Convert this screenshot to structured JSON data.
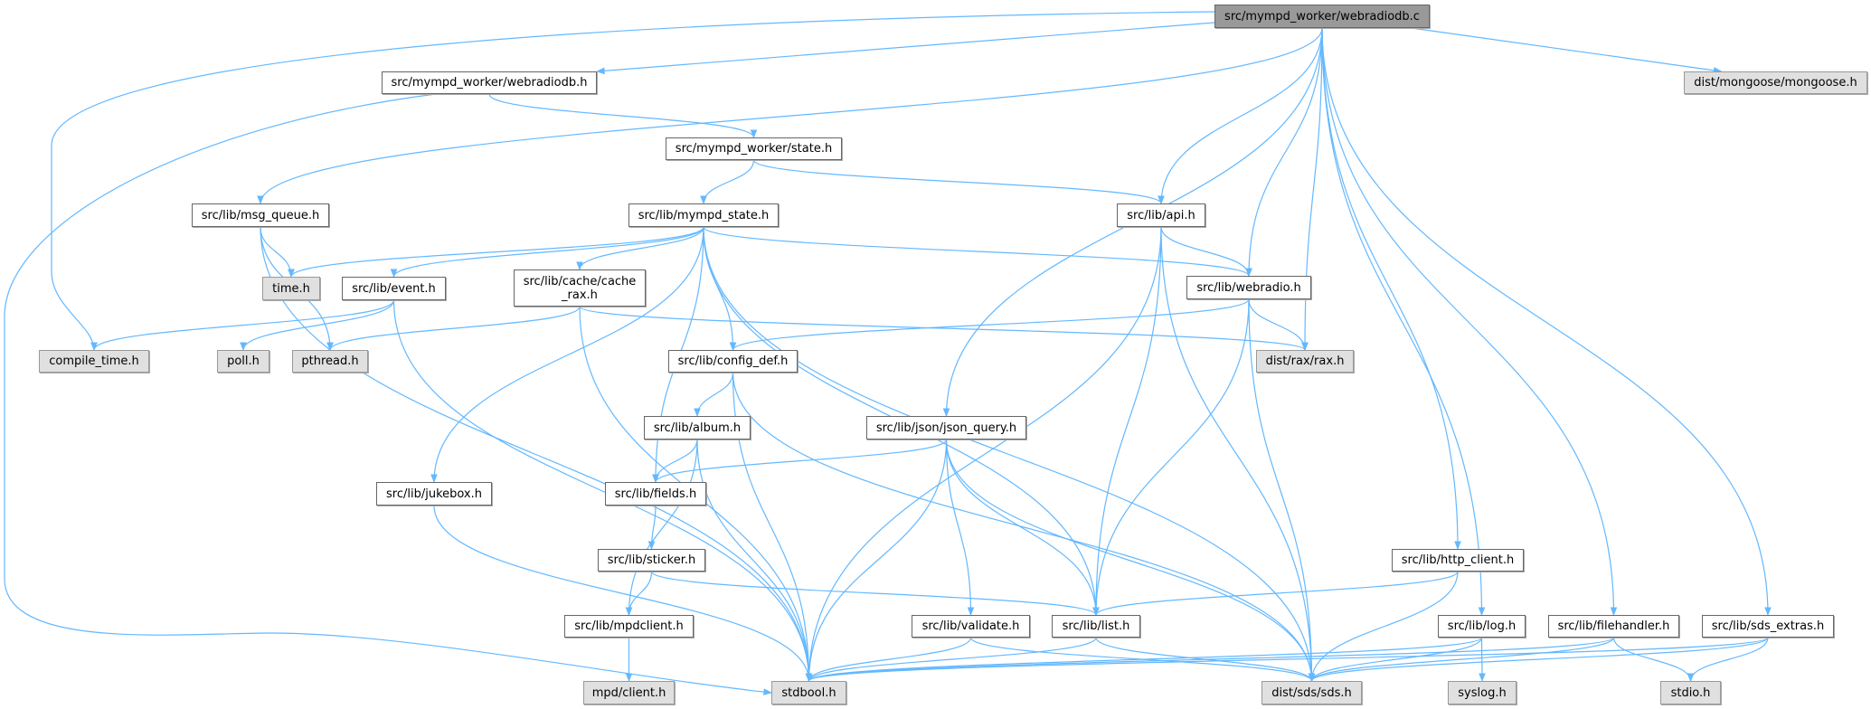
{
  "colors": {
    "edge": "#63b8ff",
    "root_fill": "#999999",
    "external_fill": "#e0e0e0",
    "node_fill": "#ffffff",
    "border": "#666666"
  },
  "nodes": [
    {
      "id": "webradiodb_c",
      "label": [
        "src/mympd_worker/webradiodb.c"
      ],
      "kind": "root"
    },
    {
      "id": "webradiodb_h",
      "label": [
        "src/mympd_worker/webradiodb.h"
      ],
      "kind": "link"
    },
    {
      "id": "mongoose_h",
      "label": [
        "dist/mongoose/mongoose.h"
      ],
      "kind": "ext"
    },
    {
      "id": "state_h",
      "label": [
        "src/mympd_worker/state.h"
      ],
      "kind": "link"
    },
    {
      "id": "msg_queue_h",
      "label": [
        "src/lib/msg_queue.h"
      ],
      "kind": "link"
    },
    {
      "id": "mympd_state_h",
      "label": [
        "src/lib/mympd_state.h"
      ],
      "kind": "link"
    },
    {
      "id": "api_h",
      "label": [
        "src/lib/api.h"
      ],
      "kind": "link"
    },
    {
      "id": "time_h",
      "label": [
        "time.h"
      ],
      "kind": "ext"
    },
    {
      "id": "event_h",
      "label": [
        "src/lib/event.h"
      ],
      "kind": "link"
    },
    {
      "id": "cache_rax_h",
      "label": [
        "src/lib/cache/cache",
        "_rax.h"
      ],
      "kind": "link"
    },
    {
      "id": "webradio_h",
      "label": [
        "src/lib/webradio.h"
      ],
      "kind": "link"
    },
    {
      "id": "compile_time_h",
      "label": [
        "compile_time.h"
      ],
      "kind": "ext"
    },
    {
      "id": "poll_h",
      "label": [
        "poll.h"
      ],
      "kind": "ext"
    },
    {
      "id": "pthread_h",
      "label": [
        "pthread.h"
      ],
      "kind": "ext"
    },
    {
      "id": "config_def_h",
      "label": [
        "src/lib/config_def.h"
      ],
      "kind": "link"
    },
    {
      "id": "rax_h",
      "label": [
        "dist/rax/rax.h"
      ],
      "kind": "ext"
    },
    {
      "id": "album_h",
      "label": [
        "src/lib/album.h"
      ],
      "kind": "link"
    },
    {
      "id": "json_query_h",
      "label": [
        "src/lib/json/json_query.h"
      ],
      "kind": "link"
    },
    {
      "id": "jukebox_h",
      "label": [
        "src/lib/jukebox.h"
      ],
      "kind": "link"
    },
    {
      "id": "fields_h",
      "label": [
        "src/lib/fields.h"
      ],
      "kind": "link"
    },
    {
      "id": "sticker_h",
      "label": [
        "src/lib/sticker.h"
      ],
      "kind": "link"
    },
    {
      "id": "http_client_h",
      "label": [
        "src/lib/http_client.h"
      ],
      "kind": "link"
    },
    {
      "id": "mpdclient_h",
      "label": [
        "src/lib/mpdclient.h"
      ],
      "kind": "link"
    },
    {
      "id": "validate_h",
      "label": [
        "src/lib/validate.h"
      ],
      "kind": "link"
    },
    {
      "id": "list_h",
      "label": [
        "src/lib/list.h"
      ],
      "kind": "link"
    },
    {
      "id": "log_h",
      "label": [
        "src/lib/log.h"
      ],
      "kind": "link"
    },
    {
      "id": "filehandler_h",
      "label": [
        "src/lib/filehandler.h"
      ],
      "kind": "link"
    },
    {
      "id": "sds_extras_h",
      "label": [
        "src/lib/sds_extras.h"
      ],
      "kind": "link"
    },
    {
      "id": "mpd_client_h",
      "label": [
        "mpd/client.h"
      ],
      "kind": "ext"
    },
    {
      "id": "stdbool_h",
      "label": [
        "stdbool.h"
      ],
      "kind": "ext"
    },
    {
      "id": "sds_h",
      "label": [
        "dist/sds/sds.h"
      ],
      "kind": "ext"
    },
    {
      "id": "syslog_h",
      "label": [
        "syslog.h"
      ],
      "kind": "ext"
    },
    {
      "id": "stdio_h",
      "label": [
        "stdio.h"
      ],
      "kind": "ext"
    }
  ],
  "edges": [
    [
      "webradiodb_c",
      "compile_time_h"
    ],
    [
      "webradiodb_c",
      "webradiodb_h"
    ],
    [
      "webradiodb_c",
      "msg_queue_h"
    ],
    [
      "webradiodb_c",
      "json_query_h"
    ],
    [
      "webradiodb_c",
      "api_h"
    ],
    [
      "webradiodb_c",
      "webradio_h"
    ],
    [
      "webradiodb_c",
      "rax_h"
    ],
    [
      "webradiodb_c",
      "http_client_h"
    ],
    [
      "webradiodb_c",
      "log_h"
    ],
    [
      "webradiodb_c",
      "filehandler_h"
    ],
    [
      "webradiodb_c",
      "sds_extras_h"
    ],
    [
      "webradiodb_c",
      "mongoose_h"
    ],
    [
      "webradiodb_h",
      "stdbool_h"
    ],
    [
      "webradiodb_h",
      "state_h"
    ],
    [
      "state_h",
      "mympd_state_h"
    ],
    [
      "state_h",
      "api_h"
    ],
    [
      "msg_queue_h",
      "time_h"
    ],
    [
      "msg_queue_h",
      "pthread_h"
    ],
    [
      "msg_queue_h",
      "stdbool_h"
    ],
    [
      "mympd_state_h",
      "time_h"
    ],
    [
      "mympd_state_h",
      "event_h"
    ],
    [
      "mympd_state_h",
      "cache_rax_h"
    ],
    [
      "mympd_state_h",
      "jukebox_h"
    ],
    [
      "mympd_state_h",
      "fields_h"
    ],
    [
      "mympd_state_h",
      "config_def_h"
    ],
    [
      "mympd_state_h",
      "list_h"
    ],
    [
      "mympd_state_h",
      "sds_h"
    ],
    [
      "mympd_state_h",
      "webradio_h"
    ],
    [
      "event_h",
      "compile_time_h"
    ],
    [
      "event_h",
      "poll_h"
    ],
    [
      "event_h",
      "stdbool_h"
    ],
    [
      "cache_rax_h",
      "pthread_h"
    ],
    [
      "cache_rax_h",
      "stdbool_h"
    ],
    [
      "cache_rax_h",
      "rax_h"
    ],
    [
      "api_h",
      "webradio_h"
    ],
    [
      "api_h",
      "list_h"
    ],
    [
      "api_h",
      "stdbool_h"
    ],
    [
      "api_h",
      "sds_h"
    ],
    [
      "webradio_h",
      "config_def_h"
    ],
    [
      "webradio_h",
      "rax_h"
    ],
    [
      "webradio_h",
      "list_h"
    ],
    [
      "webradio_h",
      "sds_h"
    ],
    [
      "config_def_h",
      "album_h"
    ],
    [
      "config_def_h",
      "stdbool_h"
    ],
    [
      "config_def_h",
      "sds_h"
    ],
    [
      "album_h",
      "fields_h"
    ],
    [
      "album_h",
      "mpdclient_h"
    ],
    [
      "album_h",
      "stdbool_h"
    ],
    [
      "json_query_h",
      "fields_h"
    ],
    [
      "json_query_h",
      "validate_h"
    ],
    [
      "json_query_h",
      "list_h"
    ],
    [
      "json_query_h",
      "sds_h"
    ],
    [
      "json_query_h",
      "stdbool_h"
    ],
    [
      "jukebox_h",
      "stdbool_h"
    ],
    [
      "fields_h",
      "sticker_h"
    ],
    [
      "sticker_h",
      "mpdclient_h"
    ],
    [
      "sticker_h",
      "list_h"
    ],
    [
      "mpdclient_h",
      "mpd_client_h"
    ],
    [
      "http_client_h",
      "list_h"
    ],
    [
      "http_client_h",
      "sds_h"
    ],
    [
      "validate_h",
      "stdbool_h"
    ],
    [
      "validate_h",
      "sds_h"
    ],
    [
      "list_h",
      "stdbool_h"
    ],
    [
      "list_h",
      "sds_h"
    ],
    [
      "log_h",
      "stdbool_h"
    ],
    [
      "log_h",
      "sds_h"
    ],
    [
      "log_h",
      "syslog_h"
    ],
    [
      "filehandler_h",
      "stdbool_h"
    ],
    [
      "filehandler_h",
      "sds_h"
    ],
    [
      "filehandler_h",
      "stdio_h"
    ],
    [
      "sds_extras_h",
      "stdbool_h"
    ],
    [
      "sds_extras_h",
      "sds_h"
    ],
    [
      "sds_extras_h",
      "stdio_h"
    ]
  ]
}
